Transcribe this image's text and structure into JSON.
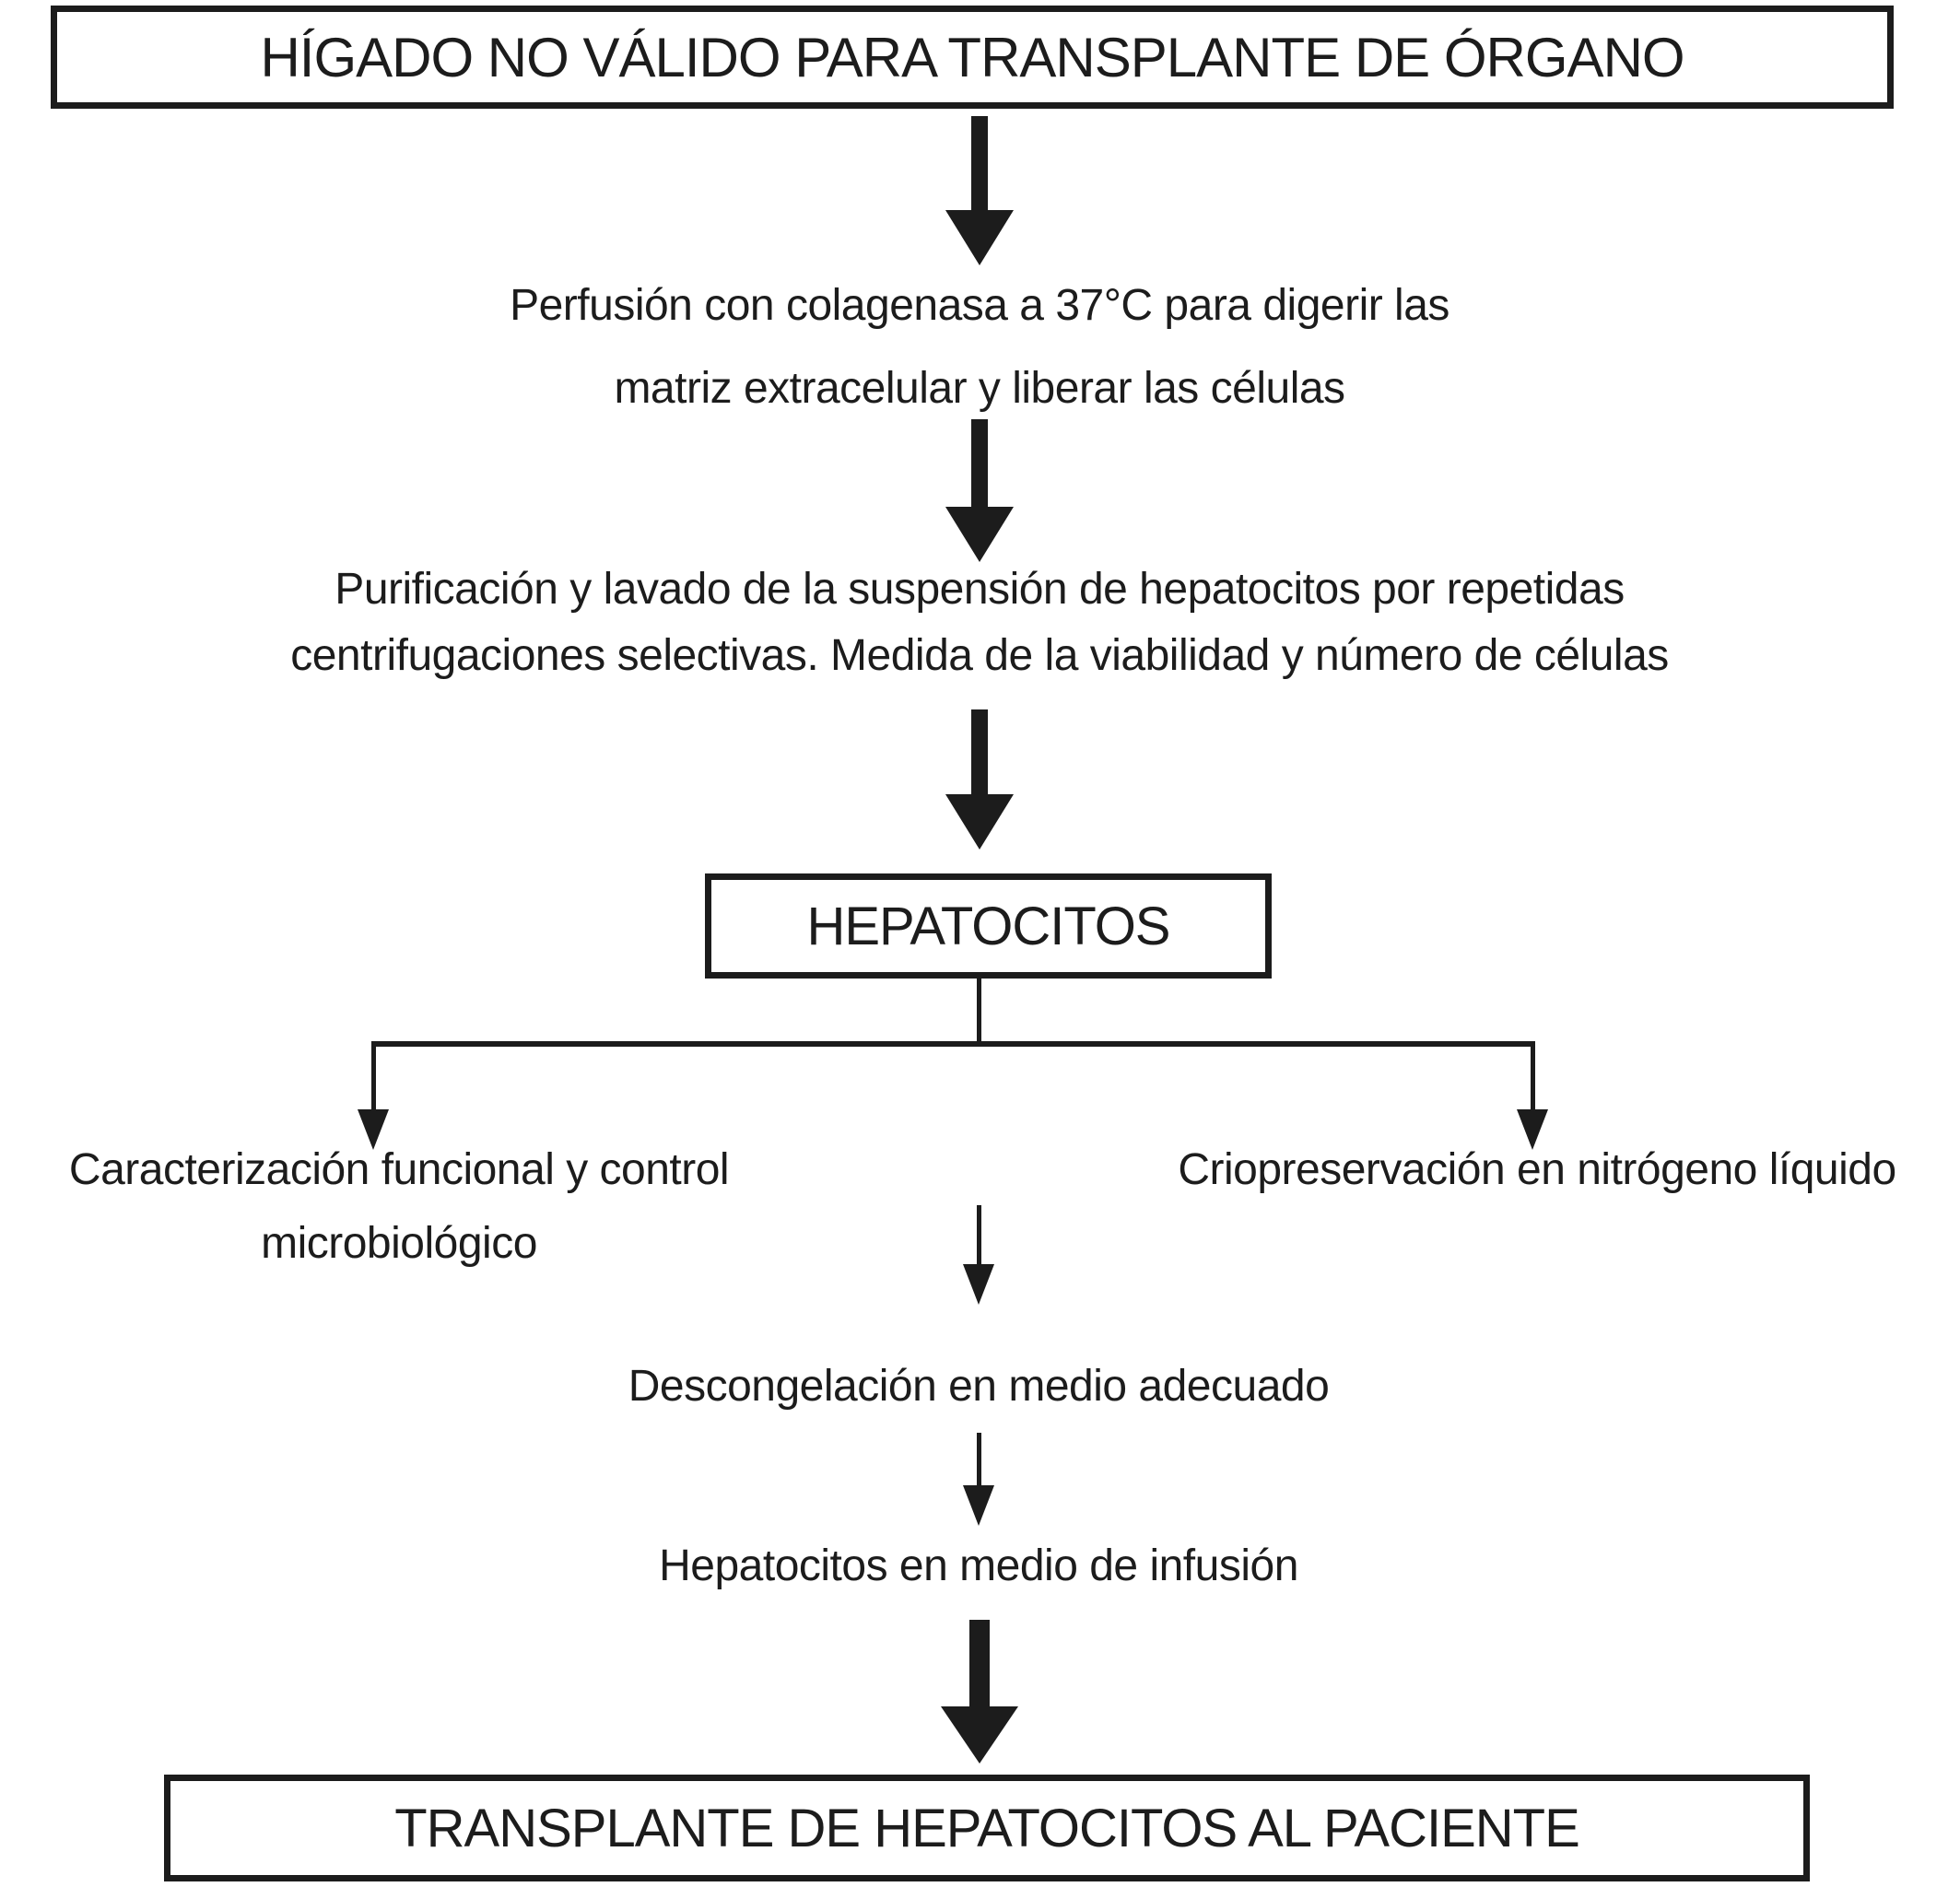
{
  "figure": {
    "type": "flowchart",
    "language": "es",
    "background_color": "#ffffff",
    "ink_color": "#1c1c1c"
  },
  "nodes": {
    "source_box": "HÍGADO NO VÁLIDO PARA TRANSPLANTE DE ÓRGANO",
    "perfusion_line1": "Perfusión con colagenasa a 37°C para digerir las",
    "perfusion_line2": "matriz extracelular y liberar las células",
    "purificacion_line1": "Purificación y lavado de la suspensión de hepatocitos por repetidas",
    "purificacion_line2": "centrifugaciones selectivas. Medida de la viabilidad y número de células",
    "hepatocitos_box": "HEPATOCITOS",
    "caracterizacion_line1": "Caracterización funcional y control",
    "caracterizacion_line2": "microbiológico",
    "criopreservacion": "Criopreservación en nitrógeno líquido",
    "descongelacion": "Descongelación en medio adecuado",
    "infusion": "Hepatocitos en medio de infusión",
    "transplante_box": "TRANSPLANTE DE HEPATOCITOS AL PACIENTE"
  }
}
